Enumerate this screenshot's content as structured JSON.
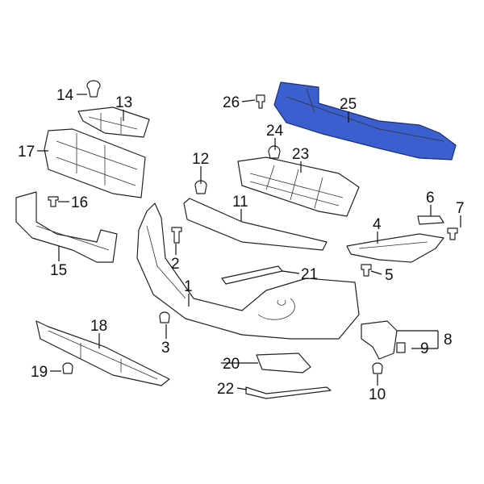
{
  "highlight_color": "#3b5fcf",
  "highlighted_part": "25",
  "callouts": [
    {
      "id": "14",
      "label": "14"
    },
    {
      "id": "13",
      "label": "13"
    },
    {
      "id": "26",
      "label": "26"
    },
    {
      "id": "25",
      "label": "25"
    },
    {
      "id": "24",
      "label": "24"
    },
    {
      "id": "17",
      "label": "17"
    },
    {
      "id": "12",
      "label": "12"
    },
    {
      "id": "23",
      "label": "23"
    },
    {
      "id": "16",
      "label": "16"
    },
    {
      "id": "11",
      "label": "11"
    },
    {
      "id": "6",
      "label": "6"
    },
    {
      "id": "7",
      "label": "7"
    },
    {
      "id": "4",
      "label": "4"
    },
    {
      "id": "15",
      "label": "15"
    },
    {
      "id": "2",
      "label": "2"
    },
    {
      "id": "21",
      "label": "21"
    },
    {
      "id": "5",
      "label": "5"
    },
    {
      "id": "1",
      "label": "1"
    },
    {
      "id": "18",
      "label": "18"
    },
    {
      "id": "3",
      "label": "3"
    },
    {
      "id": "8",
      "label": "8"
    },
    {
      "id": "9",
      "label": "9"
    },
    {
      "id": "20",
      "label": "20"
    },
    {
      "id": "19",
      "label": "19"
    },
    {
      "id": "10",
      "label": "10"
    },
    {
      "id": "22",
      "label": "22"
    }
  ]
}
